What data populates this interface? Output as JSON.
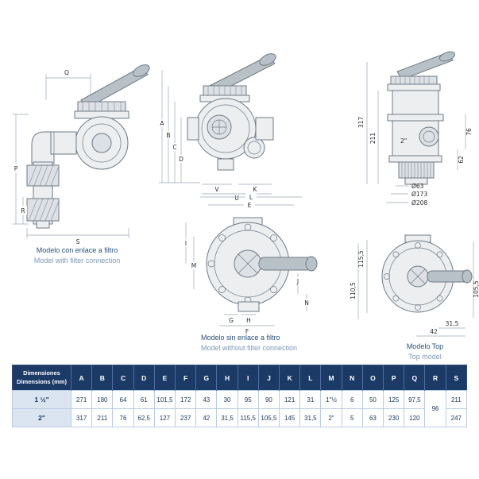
{
  "captions": {
    "with_filter": {
      "es": "Modelo con enlace a filtro",
      "en": "Model with filter connection"
    },
    "without_filter": {
      "es": "Modelo sin enlace a filtro",
      "en": "Model without filter connection"
    },
    "top": {
      "es": "Modelo Top",
      "en": "Top model"
    }
  },
  "dims": {
    "side": {
      "Q": "Q",
      "P": "P",
      "R": "R",
      "S": "S"
    },
    "front": {
      "A": "A",
      "B": "B",
      "C": "C",
      "D": "D",
      "V": "V",
      "U": "U",
      "K": "K"
    },
    "topmount": {
      "h1": "317",
      "h2": "211",
      "r1": "76",
      "r2": "62",
      "port": "2\"",
      "d1": "Ø63",
      "d2": "Ø173",
      "d3": "Ø208"
    },
    "topview": {
      "L": "L",
      "E": "E",
      "I": "I",
      "M": "M",
      "J": "J",
      "N": "N",
      "G": "G",
      "H": "H",
      "F": "F"
    },
    "topmodel": {
      "v1": "115,5",
      "v2": "110,5",
      "v3": "105,5",
      "b1": "31,5",
      "b2": "42"
    }
  },
  "table": {
    "header": {
      "line1": "Dimensiones",
      "line2": "Dimensions (mm)"
    },
    "columns": [
      "A",
      "B",
      "C",
      "D",
      "E",
      "F",
      "G",
      "H",
      "I",
      "J",
      "K",
      "L",
      "M",
      "N",
      "O",
      "P",
      "Q",
      "R",
      "S"
    ],
    "rows": [
      {
        "label": "1 ½\"",
        "values": {
          "A": "271",
          "B": "180",
          "C": "64",
          "D": "61",
          "E": "101,5",
          "F": "172",
          "G": "43",
          "H": "30",
          "I": "95",
          "J": "90",
          "K": "121",
          "L": "31",
          "M": "1\"½",
          "N": "6",
          "O": "50",
          "P": "125",
          "Q": "97,5",
          "S": "211"
        }
      },
      {
        "label": "2\"",
        "values": {
          "A": "317",
          "B": "211",
          "C": "76",
          "D": "62,5",
          "E": "127",
          "F": "237",
          "G": "42",
          "H": "31,5",
          "I": "115,5",
          "J": "105,5",
          "K": "145",
          "L": "31,5",
          "M": "2\"",
          "N": "5",
          "O": "63",
          "P": "230",
          "Q": "120",
          "S": "247"
        }
      }
    ],
    "merged_R": "96"
  }
}
